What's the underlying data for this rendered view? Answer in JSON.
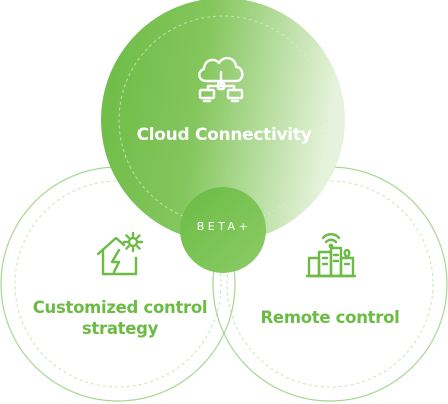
{
  "brand": {
    "text": "BETA+"
  },
  "circles": {
    "top": {
      "label": "Cloud Connectivity",
      "icon": "cloud-network-icon"
    },
    "left": {
      "label": "Customized control strategy",
      "icon": "smart-home-gear-icon"
    },
    "right": {
      "label": "Remote control",
      "icon": "smart-city-signal-icon"
    }
  },
  "colors": {
    "accent": "#6cbb45",
    "gradient_start": "#72bd48",
    "gradient_end": "#e2f1d6",
    "outline": "#a6d48c"
  }
}
